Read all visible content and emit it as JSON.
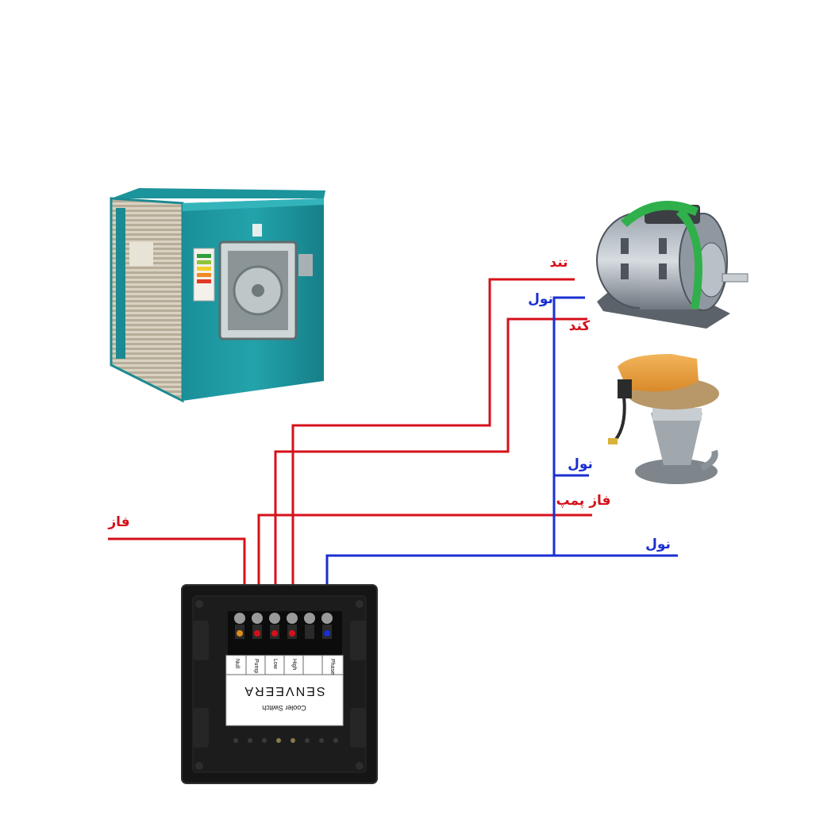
{
  "labels": {
    "fast": "تند",
    "neutral_motor": "نول",
    "slow": "کند",
    "neutral_pump": "نول",
    "phase_pump": "فاز پمپ",
    "phase_in": "فاز",
    "neutral_in": "نول"
  },
  "switch": {
    "terminals": [
      "Null",
      "Pump",
      "Low",
      "High",
      "",
      "Phase"
    ],
    "product": "Cooler Switch",
    "brand": "SENVEERA"
  },
  "colors": {
    "phase_wire": "#d6101a",
    "neutral_wire": "#1a2fd1",
    "label_red": "#d6101a",
    "label_blue": "#1a2fd1"
  },
  "icons": {
    "cooler": "evaporative-cooler-icon",
    "motor": "electric-motor-icon",
    "pump": "water-pump-icon",
    "switch": "cooler-switch-icon"
  }
}
